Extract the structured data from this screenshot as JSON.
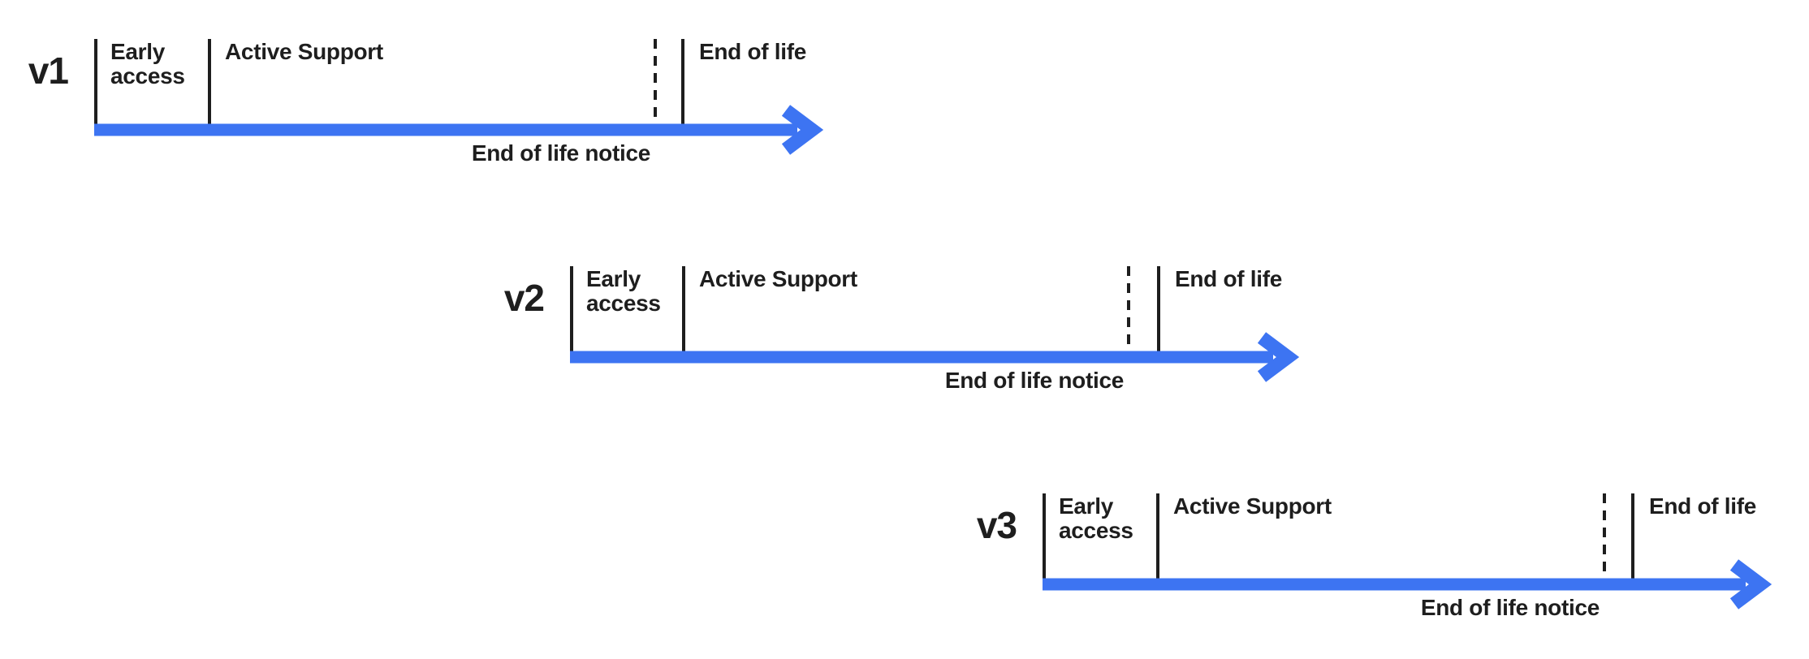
{
  "diagram": {
    "colors": {
      "arrow_blue": "#3D74F2",
      "ink": "#1E1E1E",
      "background": "#FFFFFF"
    },
    "timelines": [
      {
        "version": "v1",
        "labels": {
          "early_access": "Early\naccess",
          "active_support": "Active Support",
          "end_of_life_notice": "End of life notice",
          "end_of_life": "End of life"
        }
      },
      {
        "version": "v2",
        "labels": {
          "early_access": "Early\naccess",
          "active_support": "Active Support",
          "end_of_life_notice": "End of life notice",
          "end_of_life": "End of life"
        }
      },
      {
        "version": "v3",
        "labels": {
          "early_access": "Early\naccess",
          "active_support": "Active Support",
          "end_of_life_notice": "End of life notice",
          "end_of_life": "End of life"
        }
      }
    ]
  }
}
